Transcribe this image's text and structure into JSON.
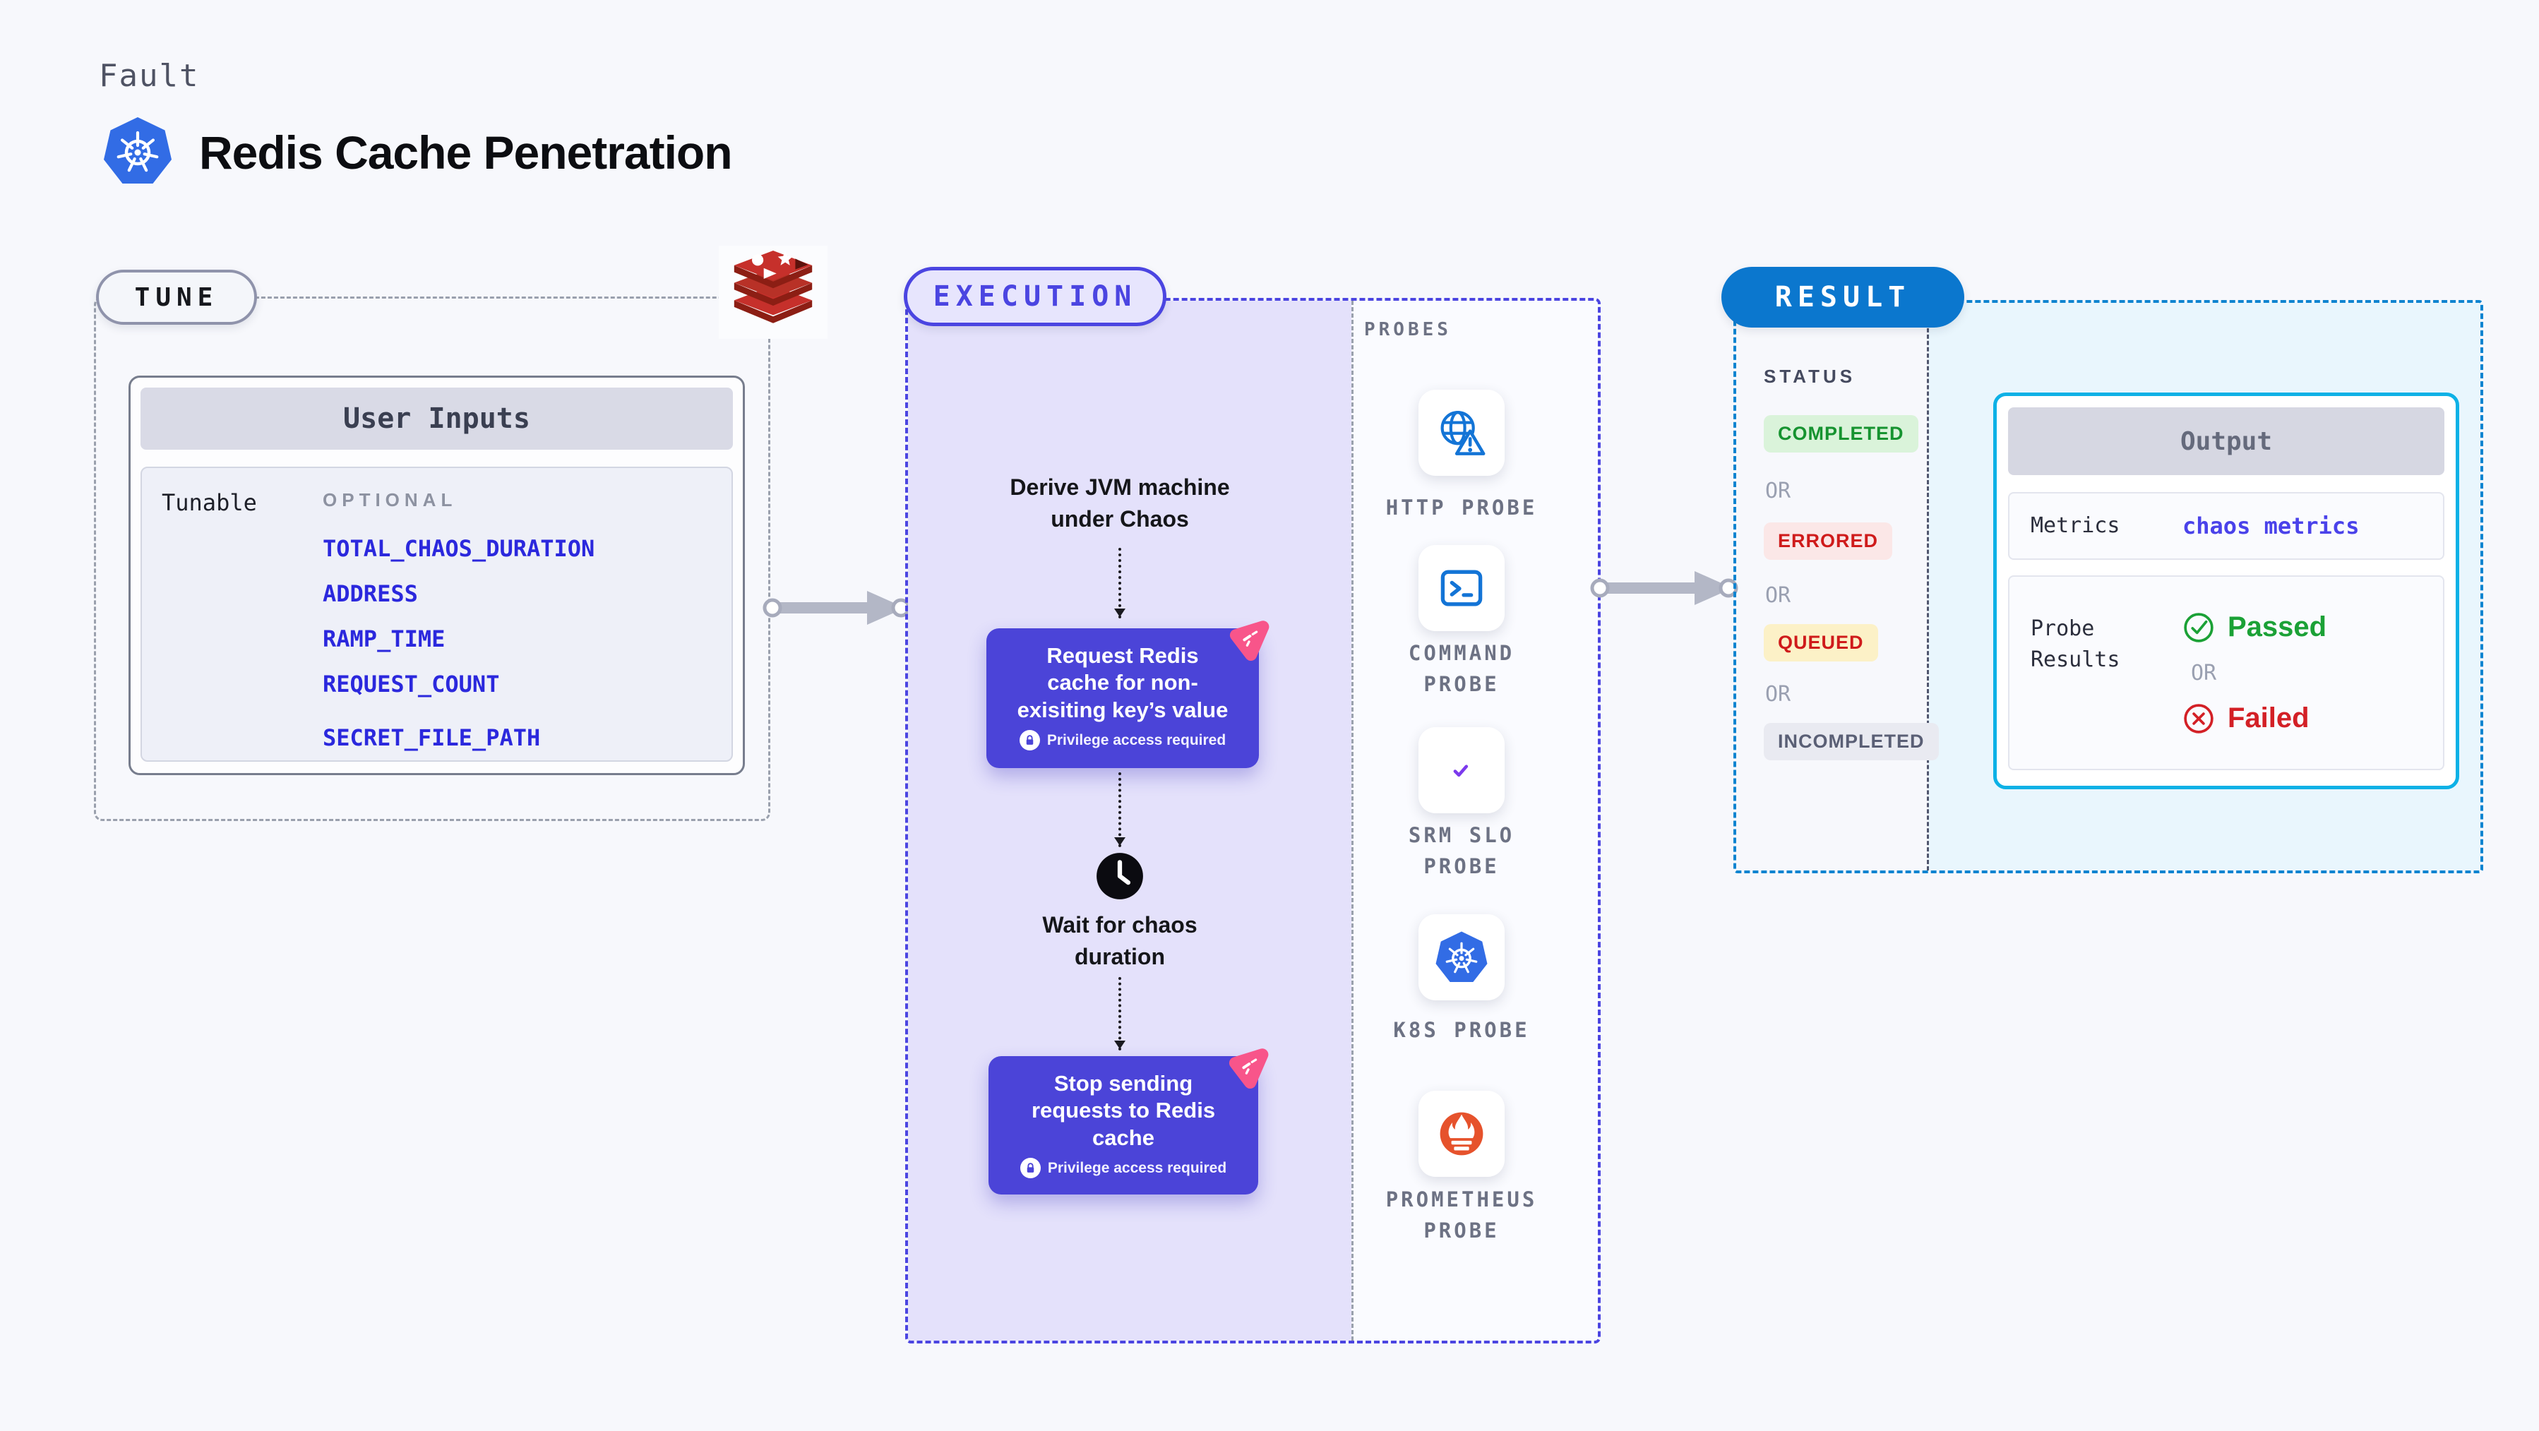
{
  "header": {
    "kicker": "Fault",
    "title": "Redis Cache Penetration"
  },
  "tune": {
    "pill": "TUNE",
    "card_title": "User Inputs",
    "row_label": "Tunable",
    "optional_label": "OPTIONAL",
    "inputs": [
      "TOTAL_CHAOS_DURATION",
      "ADDRESS",
      "RAMP_TIME",
      "REQUEST_COUNT",
      "SECRET_FILE_PATH"
    ]
  },
  "execution": {
    "pill": "EXECUTION",
    "step_derive": "Derive JVM machine\nunder Chaos",
    "box_request": "Request Redis\ncache for non-\nexisiting key’s value",
    "privilege_note": "Privilege access required",
    "step_wait": "Wait for chaos\nduration",
    "box_stop": "Stop sending\nrequests to Redis\ncache"
  },
  "probes": {
    "label": "PROBES",
    "items": [
      {
        "label": "HTTP PROBE",
        "icon": "http-probe-icon"
      },
      {
        "label": "COMMAND\nPROBE",
        "icon": "command-probe-icon"
      },
      {
        "label": "SRM SLO\nPROBE",
        "icon": "srm-slo-probe-icon"
      },
      {
        "label": "K8S PROBE",
        "icon": "k8s-probe-icon"
      },
      {
        "label": "PROMETHEUS\nPROBE",
        "icon": "prometheus-probe-icon"
      }
    ]
  },
  "result": {
    "pill": "RESULT",
    "status_label": "STATUS",
    "or_label": "OR",
    "statuses": [
      {
        "label": "COMPLETED",
        "tone": "green"
      },
      {
        "label": "ERRORED",
        "tone": "red"
      },
      {
        "label": "QUEUED",
        "tone": "yellow"
      },
      {
        "label": "INCOMPLETED",
        "tone": "gray"
      }
    ],
    "output": {
      "title": "Output",
      "metrics_label": "Metrics",
      "metrics_value": "chaos metrics",
      "probe_results_label": "Probe\nResults",
      "passed": "Passed",
      "or": "OR",
      "failed": "Failed"
    }
  },
  "colors": {
    "accent_indigo": "#4b45e1",
    "accent_blue": "#0b77ce",
    "accent_cyan": "#0db1e6",
    "k8s_blue": "#326ce5",
    "redis_red": "#c6302b",
    "prometheus_orange": "#e6522c",
    "pink_badge": "#f8558a",
    "passed_green": "#1ba136",
    "failed_red": "#d32026",
    "link_blue": "#2b28dd",
    "lavender_fill": "#e4e1fb",
    "result_fill": "#e9f6fd"
  }
}
